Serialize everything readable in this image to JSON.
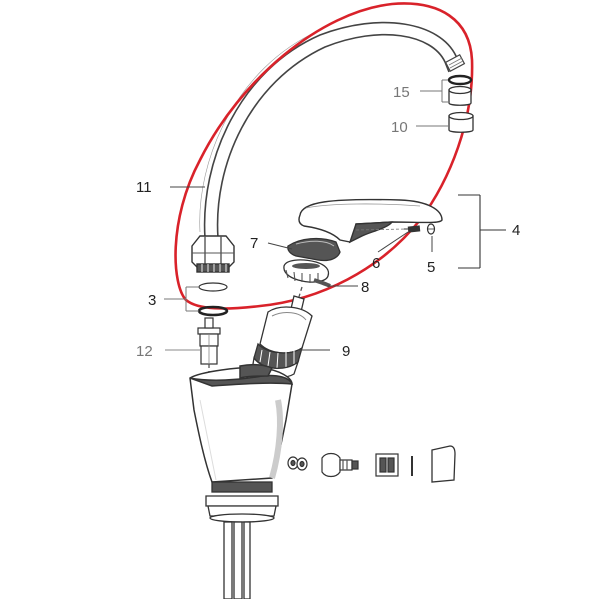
{
  "labels": {
    "n15": "15",
    "n10": "10",
    "n11": "11",
    "n4": "4",
    "n7": "7",
    "n6": "6",
    "n5": "5",
    "n3": "3",
    "n8": "8",
    "n12": "12",
    "n9": "9"
  },
  "colors": {
    "highlight": "#d9222a",
    "line": "#333333",
    "line_grey": "#888888",
    "fill_dark": "#555555",
    "fill_light": "#e6e6e6"
  }
}
